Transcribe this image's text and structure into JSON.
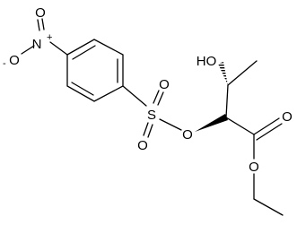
{
  "molecule": {
    "atom_labels": {
      "nitro_n": "N",
      "nitro_n_charge": "+",
      "nitro_o_top": "O",
      "nitro_o_left": "O",
      "nitro_o_left_charge": "-",
      "sulfur": "S",
      "sulfonyl_o_top": "O",
      "sulfonyl_o_bottom": "O",
      "ester_link_o": "O",
      "hydroxyl": "HO",
      "carbonyl_o": "O",
      "ester_o": "O"
    }
  }
}
